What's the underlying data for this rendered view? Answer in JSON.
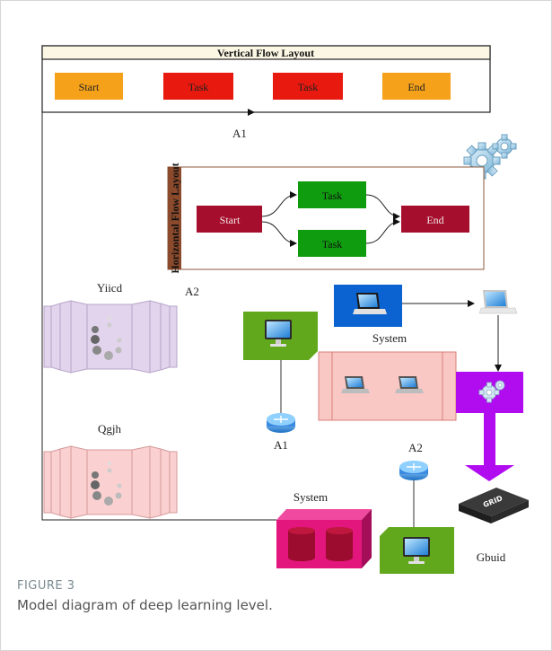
{
  "vertical_flow": {
    "title": "Vertical Flow Layout",
    "boxes": [
      {
        "label": "Start",
        "color": "#f5a11a"
      },
      {
        "label": "Task",
        "color": "#e8190e"
      },
      {
        "label": "Task",
        "color": "#e8190e"
      },
      {
        "label": "End",
        "color": "#f5a11a"
      }
    ],
    "connector_label": "A1"
  },
  "horizontal_flow": {
    "title": "Horizontal Flow Layout",
    "start": "Start",
    "task_top": "Task",
    "task_bottom": "Task",
    "end": "End",
    "connector_label": "A2",
    "start_color": "#a50e2d",
    "task_color": "#0f9d0f"
  },
  "models": [
    {
      "label": "Yiicd",
      "color": "#e2d4ec"
    },
    {
      "label": "Qgjh",
      "color": "#fbd0d0"
    }
  ],
  "network": {
    "system_top_label": "System",
    "router_left_label": "A1",
    "router_right_label": "A2",
    "storage_label": "System",
    "grid_device_label": "Gbuid",
    "grid_device_text": "GRID",
    "green_color": "#62a81c",
    "purple_color": "#b10cf0",
    "magenta_color": "#e2167d"
  },
  "caption": {
    "label": "FIGURE 3",
    "text": "Model diagram of deep learning level."
  }
}
